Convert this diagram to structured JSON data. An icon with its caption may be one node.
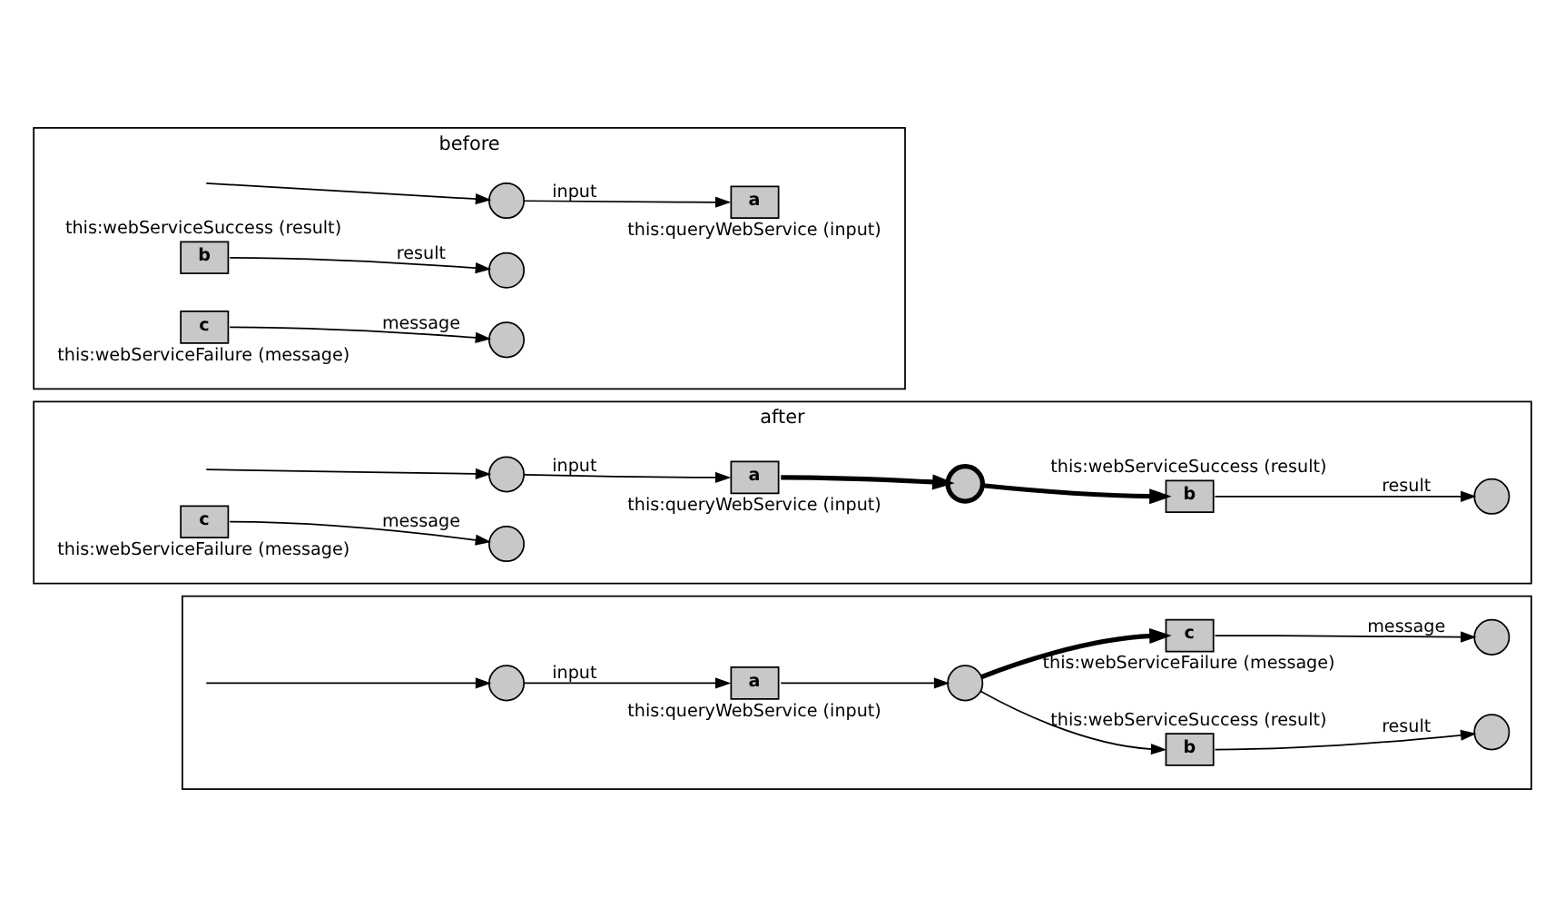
{
  "diagram": {
    "nodes": [
      {
        "text": [
          "before"
        ]
      },
      {
        "text": [],
        "shape": "circle",
        "in": 0
      },
      {
        "text": [
          "a"
        ],
        "beside": [
          "this:queryWebService (input)"
        ],
        "in": 0
      },
      {
        "text": [
          "b"
        ],
        "beside": [
          "this:webServiceSuccess (result)"
        ],
        "in": 0
      },
      {
        "text": [],
        "shape": "circle",
        "in": 0
      },
      {
        "text": [
          "c"
        ],
        "beside": [
          "this:webServiceFailure (message)"
        ],
        "in": 0
      },
      {
        "text": [],
        "shape": "circle",
        "in": 0
      },
      {
        "text": [
          "after"
        ]
      },
      {
        "text": [],
        "shape": "circle",
        "in": 7
      },
      {
        "text": [
          "a"
        ],
        "beside": [
          "this:queryWebService (input)"
        ],
        "in": 7
      },
      {
        "text": [],
        "shape": "circle",
        "in": 7
      },
      {
        "text": [
          "b"
        ],
        "beside": [
          "this:webServiceSuccess (result)"
        ],
        "in": 7
      },
      {
        "text": [],
        "shape": "circle",
        "in": 7
      },
      {
        "text": [
          "c"
        ],
        "beside": [
          "this:webServiceFailure (message)"
        ],
        "in": 7
      },
      {
        "text": [],
        "shape": "circle",
        "in": 7
      },
      {
        "text": [],
        "shape": "box"
      },
      {
        "text": [],
        "shape": "circle",
        "in": 15
      },
      {
        "text": [
          "a"
        ],
        "beside": [
          "this:queryWebService (input)"
        ],
        "in": 15
      },
      {
        "text": [],
        "shape": "circle",
        "in": 15
      },
      {
        "text": [
          "b"
        ],
        "beside": [
          "this:webServiceSuccess (result)"
        ],
        "in": 15
      },
      {
        "text": [],
        "shape": "circle",
        "in": 15
      },
      {
        "text": [
          "c"
        ],
        "beside": [
          "this:webServiceFailure (message)"
        ],
        "in": 15
      },
      {
        "text": [],
        "shape": "circle",
        "in": 15
      }
    ],
    "edges": [
      {
        "from": null,
        "to": 1,
        "arrow": "to"
      },
      {
        "from": 1,
        "to": 2,
        "arrow": "to",
        "label": "input"
      },
      {
        "from": 3,
        "to": 4,
        "arrow": "to",
        "label": "result"
      },
      {
        "from": 5,
        "to": 6,
        "arrow": "to",
        "label": "message"
      },
      {
        "from": null,
        "to": 8,
        "arrow": "to"
      },
      {
        "from": 8,
        "to": 9,
        "arrow": "to",
        "label": "input"
      },
      {
        "from": 9,
        "to": 10,
        "arrow": "to",
        "style": "thick"
      },
      {
        "from": 10,
        "to": 11,
        "arrow": "to",
        "style": "thick"
      },
      {
        "from": 11,
        "to": 12,
        "arrow": "to",
        "label": "result"
      },
      {
        "from": 13,
        "to": 14,
        "arrow": "to",
        "label": "message"
      },
      {
        "from": null,
        "to": 16,
        "arrow": "to"
      },
      {
        "from": 16,
        "to": 17,
        "arrow": "to",
        "label": "input"
      },
      {
        "from": 17,
        "to": 18,
        "arrow": "to"
      },
      {
        "from": 18,
        "to": 19,
        "arrow": "to"
      },
      {
        "from": 18,
        "to": 21,
        "arrow": "to",
        "style": "thick"
      },
      {
        "from": 19,
        "to": 20,
        "arrow": "to",
        "label": "result"
      },
      {
        "from": 21,
        "to": 22,
        "arrow": "to",
        "label": "message"
      }
    ]
  }
}
